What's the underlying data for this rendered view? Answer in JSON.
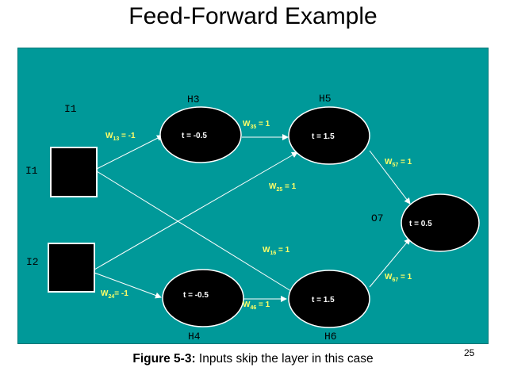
{
  "title": "Feed-Forward Example",
  "caption": {
    "bold": "Figure 5-3:",
    "text": " Inputs skip the layer in this case"
  },
  "page_number": "25",
  "colors": {
    "panel": "#009999",
    "node": "#000000",
    "edge": "#ffffff",
    "weight_text": "#ffff66"
  },
  "inputs": {
    "i1_label": "I1",
    "i1_side_label": "I1",
    "i2_label": "I2"
  },
  "nodes": {
    "h3": {
      "label": "H3",
      "threshold": "t = -0.5"
    },
    "h4": {
      "label": "H4",
      "threshold": "t = -0.5"
    },
    "h5": {
      "label": "H5",
      "threshold": "t = 1.5"
    },
    "h6": {
      "label": "H6",
      "threshold": "t = 1.5"
    },
    "o7": {
      "label": "O7",
      "threshold": "t = 0.5"
    }
  },
  "weights": {
    "w13": {
      "sym": "W",
      "sub": "13",
      "val": " = -1"
    },
    "w24": {
      "sym": "W",
      "sub": "24",
      "val": "= -1"
    },
    "w35": {
      "sym": "W",
      "sub": "35",
      "val": " = 1"
    },
    "w25": {
      "sym": "W",
      "sub": "25",
      "val": " = 1"
    },
    "w16": {
      "sym": "W",
      "sub": "16",
      "val": " = 1"
    },
    "w46": {
      "sym": "W",
      "sub": "46",
      "val": " = 1"
    },
    "w57": {
      "sym": "W",
      "sub": "57",
      "val": " = 1"
    },
    "w67": {
      "sym": "W",
      "sub": "67",
      "val": " = 1"
    }
  }
}
